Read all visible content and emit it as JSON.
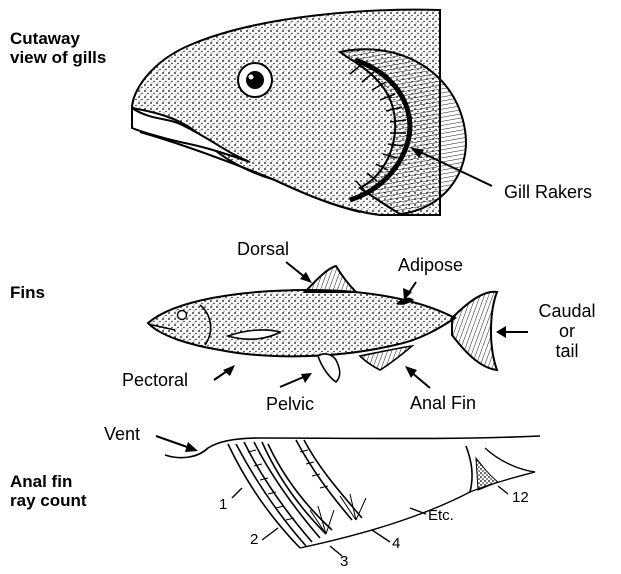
{
  "sections": {
    "gills": "Cutaway view of gills",
    "gills_line1": "Cutaway",
    "gills_line2": "view of gills",
    "fins": "Fins",
    "anal_line1": "Anal fin",
    "anal_line2": "ray count"
  },
  "labels": {
    "gill_rakers": "Gill Rakers",
    "dorsal": "Dorsal",
    "adipose": "Adipose",
    "caudal_line1": "Caudal",
    "caudal_line2": "or",
    "caudal_line3": "tail",
    "pectoral": "Pectoral",
    "pelvic": "Pelvic",
    "anal_fin": "Anal Fin",
    "vent": "Vent"
  },
  "ray_count": {
    "r1": "1",
    "r2": "2",
    "r3": "3",
    "r4": "4",
    "etc": "Etc.",
    "r12": "12"
  },
  "colors": {
    "ink": "#000000",
    "paper": "#ffffff"
  }
}
